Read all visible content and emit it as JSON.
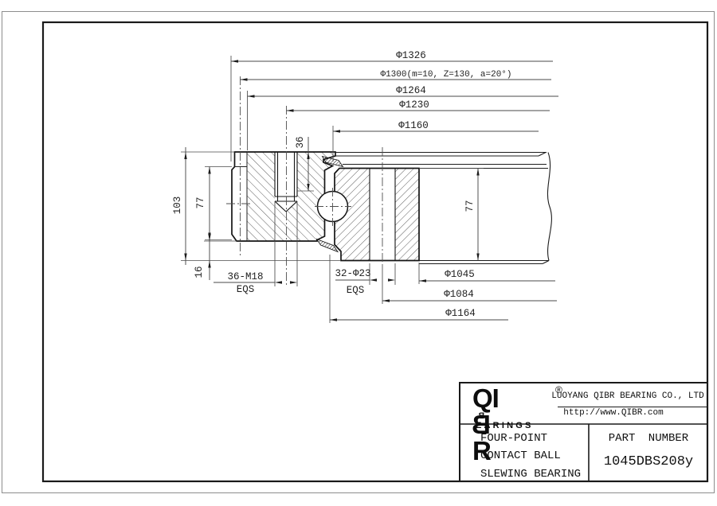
{
  "colors": {
    "background": "#ffffff",
    "outline": "#141414",
    "dim_line": "#4a4a4a",
    "frame": "#1a1a1a"
  },
  "drawing": {
    "top_dimensions": [
      "Φ1326",
      "Φ1300(m=10, Z=130, a=20°)",
      "Φ1264",
      "Φ1230",
      "Φ1160"
    ],
    "bottom_dimensions": [
      "Φ1045",
      "Φ1084",
      "Φ1164"
    ],
    "height_total": "103",
    "gear_face_width": "77",
    "bottom_offset": "16",
    "thread_depth": "36",
    "inner_ring_height": "77",
    "outer_ring_holes": "36-M18",
    "outer_ring_holes_note": "EQS",
    "inner_ring_holes": "32-Φ23",
    "inner_ring_holes_note": "EQS"
  },
  "title_block": {
    "logo_prefix": "QI",
    "logo_mirrored_letter": "B",
    "logo_suffix": "R",
    "logo_registered": "®",
    "logo_sub_mirrored_letter": "B",
    "logo_sub_rest": "EARINGS",
    "company": "LUOYANG QIBR BEARING CO., LTD",
    "website": "http://www.QIBR.com",
    "product_line1": "FOUR-POINT",
    "product_line2": "CONTACT BALL",
    "product_line3": "SLEWING BEARING",
    "part_number_label": "PART NUMBER",
    "part_number": "1045DBS208y"
  }
}
